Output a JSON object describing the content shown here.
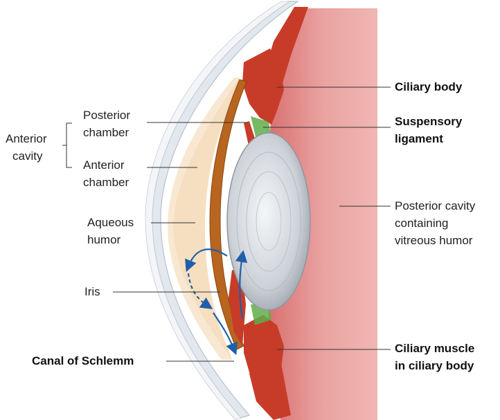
{
  "labels": {
    "ciliary_body": "Ciliary body",
    "suspensory_line1": "Suspensory",
    "suspensory_line2": "ligament",
    "posterior_cavity_line1": "Posterior cavity",
    "posterior_cavity_line2": "containing",
    "posterior_cavity_line3": "vitreous humor",
    "ciliary_muscle_line1": "Ciliary muscle",
    "ciliary_muscle_line2": "in ciliary body",
    "posterior_chamber_line1": "Posterior",
    "posterior_chamber_line2": "chamber",
    "anterior_chamber_line1": "Anterior",
    "anterior_chamber_line2": "chamber",
    "anterior_cavity_line1": "Anterior",
    "anterior_cavity_line2": "cavity",
    "aqueous_line1": "Aqueous",
    "aqueous_line2": "humor",
    "iris": "Iris",
    "canal": "Canal of Schlemm"
  },
  "colors": {
    "vitreous": "#e79b9b",
    "ciliary": "#c73c28",
    "aqueous": "#f6dfc0",
    "iris": "#b8651f",
    "lens": "#d9dde2",
    "cornea": "#e3e7ee",
    "ligament": "#5fae4a",
    "arrow": "#1f5fa8"
  }
}
